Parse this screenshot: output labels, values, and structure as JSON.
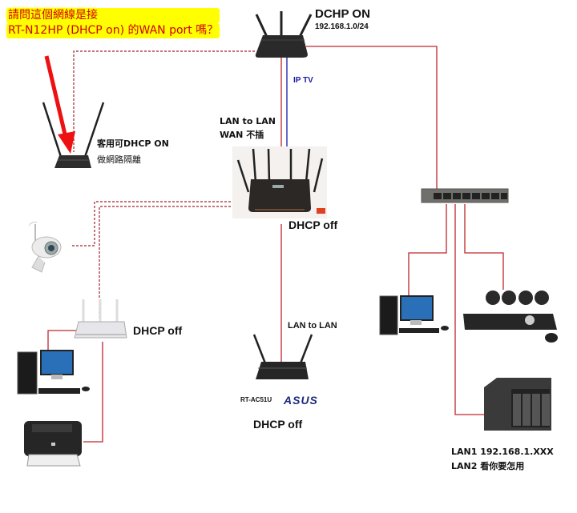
{
  "question": {
    "line1": "請問這個網線是接",
    "line2": "RT-N12HP (DHCP on) 的WAN port  嗎？"
  },
  "main_router": {
    "title": "DCHP ON",
    "subnet": "192.168.1.0/24"
  },
  "iptv_label": "IP TV",
  "guest_router": {
    "line1": "客用可DHCP ON",
    "line2": "做網路隔離"
  },
  "center_router": {
    "note1": "LAN to LAN",
    "note2": "WAN 不插",
    "status": "DHCP off"
  },
  "left_router": {
    "status": "DHCP off"
  },
  "ac51u_router": {
    "note": "LAN to LAN",
    "model": "RT-AC51U",
    "brand": "ASUS",
    "status": "DHCP off"
  },
  "nas": {
    "lan1": "LAN1 192.168.1.XXX",
    "lan2": "LAN2 看你要怎用"
  },
  "colors": {
    "cable": "#c0272d",
    "iptv_cable": "#1a1aa6",
    "dashed_cable": "#a0202a",
    "arrow": "#ee1111",
    "highlight": "#ffff00",
    "question_text": "#d00000",
    "asus_logo": "#1b2a7a"
  }
}
